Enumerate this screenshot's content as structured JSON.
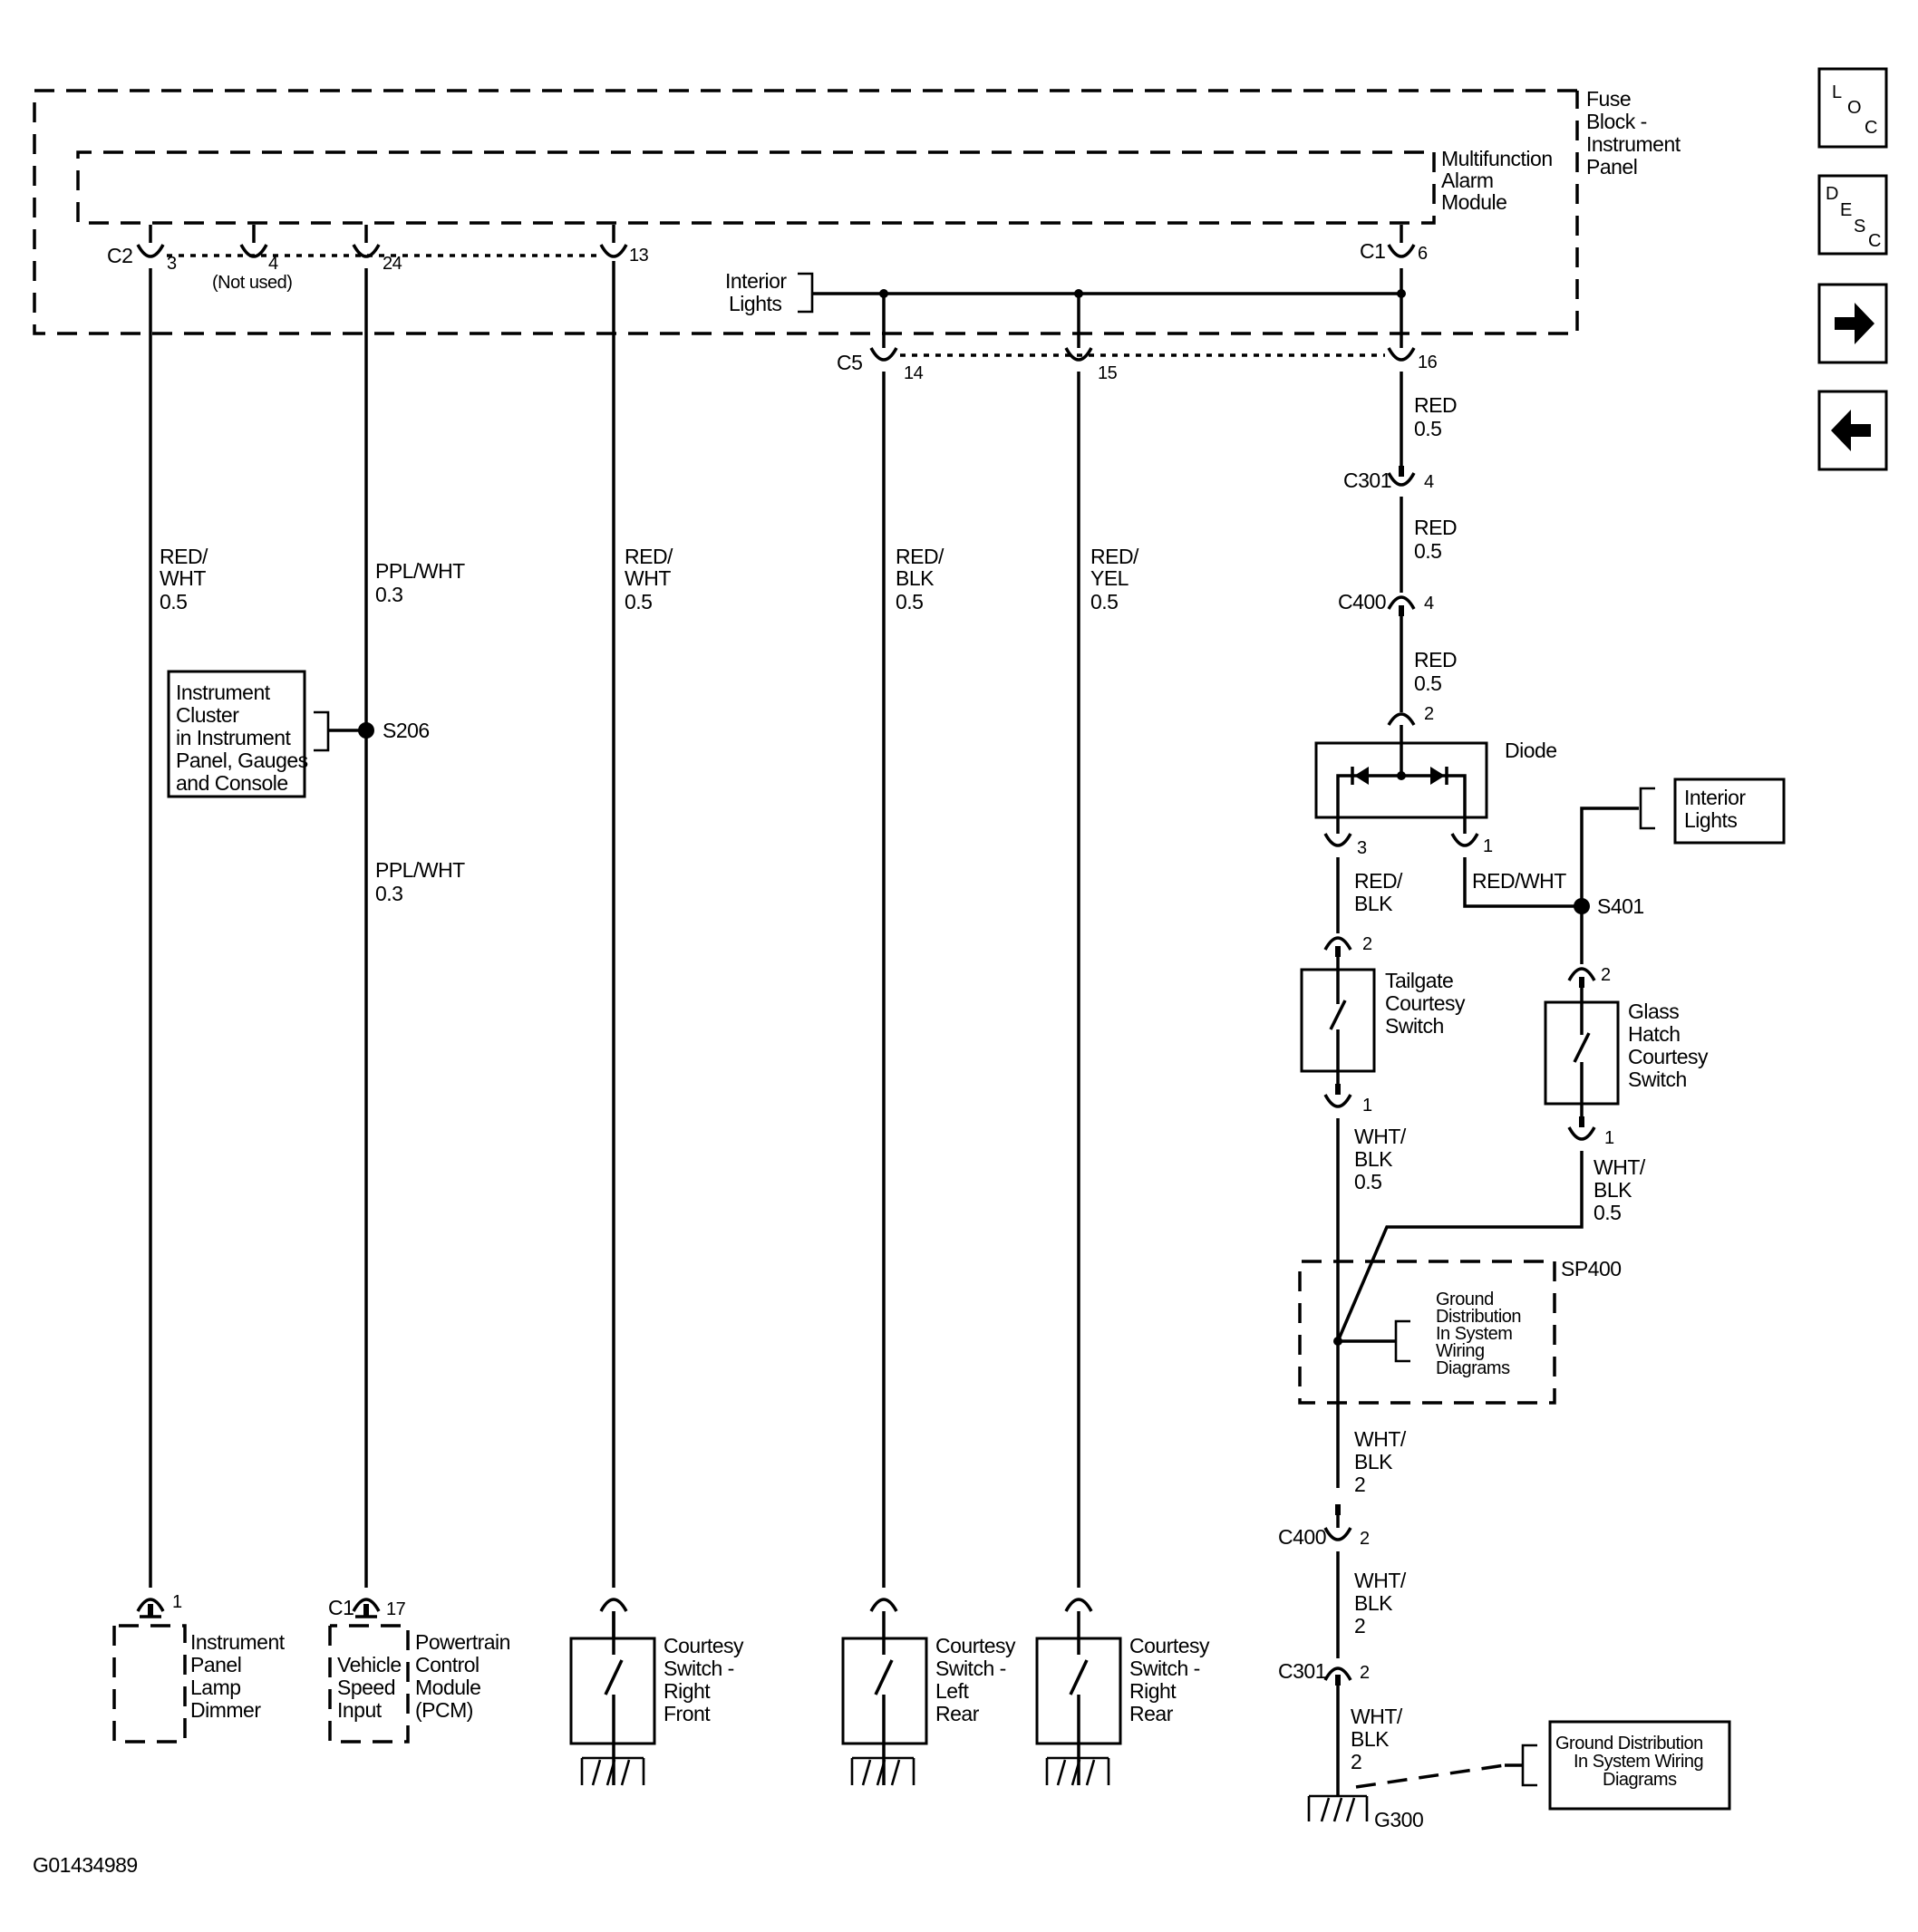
{
  "nav": {
    "loc": {
      "t1": "L",
      "t2": "O",
      "t3": "C"
    },
    "desc": {
      "t1": "D",
      "t2": "E",
      "t3": "S",
      "t4": "C"
    },
    "next_icon": "arrow-right-icon",
    "prev_icon": "arrow-left-icon"
  },
  "fuse_block": {
    "l1": "Fuse",
    "l2": "Block -",
    "l3": "Instrument",
    "l4": "Panel"
  },
  "mam": {
    "l1": "Multifunction",
    "l2": "Alarm",
    "l3": "Module"
  },
  "top_conn": {
    "c2": "C2",
    "p3": "3",
    "p4": "4",
    "not_used": "(Not used)",
    "p24": "24",
    "p13": "13",
    "c1": "C1",
    "p6": "6",
    "interior1": "Interior",
    "interior2": "Lights",
    "c5": "C5",
    "p14": "14",
    "p15": "15",
    "p16": "16"
  },
  "wires": {
    "w1": {
      "a": "RED/",
      "b": "WHT",
      "c": "0.5"
    },
    "w2": {
      "a": "PPL/WHT",
      "b": "0.3"
    },
    "w2b": {
      "a": "PPL/WHT",
      "b": "0.3"
    },
    "w3": {
      "a": "RED/",
      "b": "WHT",
      "c": "0.5"
    },
    "w4": {
      "a": "RED/",
      "b": "BLK",
      "c": "0.5"
    },
    "w5": {
      "a": "RED/",
      "b": "YEL",
      "c": "0.5"
    },
    "r1": {
      "a": "RED",
      "b": "0.5"
    },
    "r2": {
      "a": "RED",
      "b": "0.5"
    },
    "r3": {
      "a": "RED",
      "b": "0.5"
    }
  },
  "ic": {
    "l1": "Instrument",
    "l2": "Cluster",
    "l3": "in Instrument",
    "l4": "Panel, Gauges",
    "l5": "and Console",
    "splice": "S206"
  },
  "conn": {
    "c301": "C301",
    "c301_pin": "4",
    "c400": "C400",
    "c400_pin": "4",
    "diode_pin2": "2"
  },
  "diode": {
    "label": "Diode",
    "pin3": "3",
    "pin1": "1"
  },
  "right": {
    "redblk1": "RED/",
    "redblk2": "BLK",
    "redwht": "RED/WHT",
    "s401": "S401",
    "il1": "Interior",
    "il2": "Lights",
    "tg_pin2": "2",
    "tg1": "Tailgate",
    "tg2": "Courtesy",
    "tg3": "Switch",
    "tg_pin1": "1",
    "gh_pin2": "2",
    "gh1": "Glass",
    "gh2": "Hatch",
    "gh3": "Courtesy",
    "gh4": "Switch",
    "gh_pin1": "1",
    "wb1a": "WHT/",
    "wb1b": "BLK",
    "wb1c": "0.5",
    "wb2a": "WHT/",
    "wb2b": "BLK",
    "wb2c": "0.5",
    "sp400": "SP400",
    "gd1": "Ground",
    "gd2": "Distribution",
    "gd3": "In System",
    "gd4": "Wiring",
    "gd5": "Diagrams",
    "wb3a": "WHT/",
    "wb3b": "BLK",
    "wb3c": "2",
    "c400b": "C400",
    "c400b_pin": "2",
    "wb4a": "WHT/",
    "wb4b": "BLK",
    "wb4c": "2",
    "c301b": "C301",
    "c301b_pin": "2",
    "wb5a": "WHT/",
    "wb5b": "BLK",
    "wb5c": "2",
    "g300": "G300",
    "gdb1": "Ground Distribution",
    "gdb2": "In System Wiring",
    "gdb3": "Diagrams"
  },
  "bottom": {
    "ipld_pin": "1",
    "ipld1": "Instrument",
    "ipld2": "Panel",
    "ipld3": "Lamp",
    "ipld4": "Dimmer",
    "pcm_c1": "C1",
    "pcm_pin": "17",
    "vs1": "Vehicle",
    "vs2": "Speed",
    "vs3": "Input",
    "pcm1": "Powertrain",
    "pcm2": "Control",
    "pcm3": "Module",
    "pcm4": "(PCM)",
    "crf1": "Courtesy",
    "crf2": "Switch -",
    "crf3": "Right",
    "crf4": "Front",
    "clr1": "Courtesy",
    "clr2": "Switch -",
    "clr3": "Left",
    "clr4": "Rear",
    "crr1": "Courtesy",
    "crr2": "Switch -",
    "crr3": "Right",
    "crr4": "Rear"
  },
  "figure_id": "G01434989"
}
